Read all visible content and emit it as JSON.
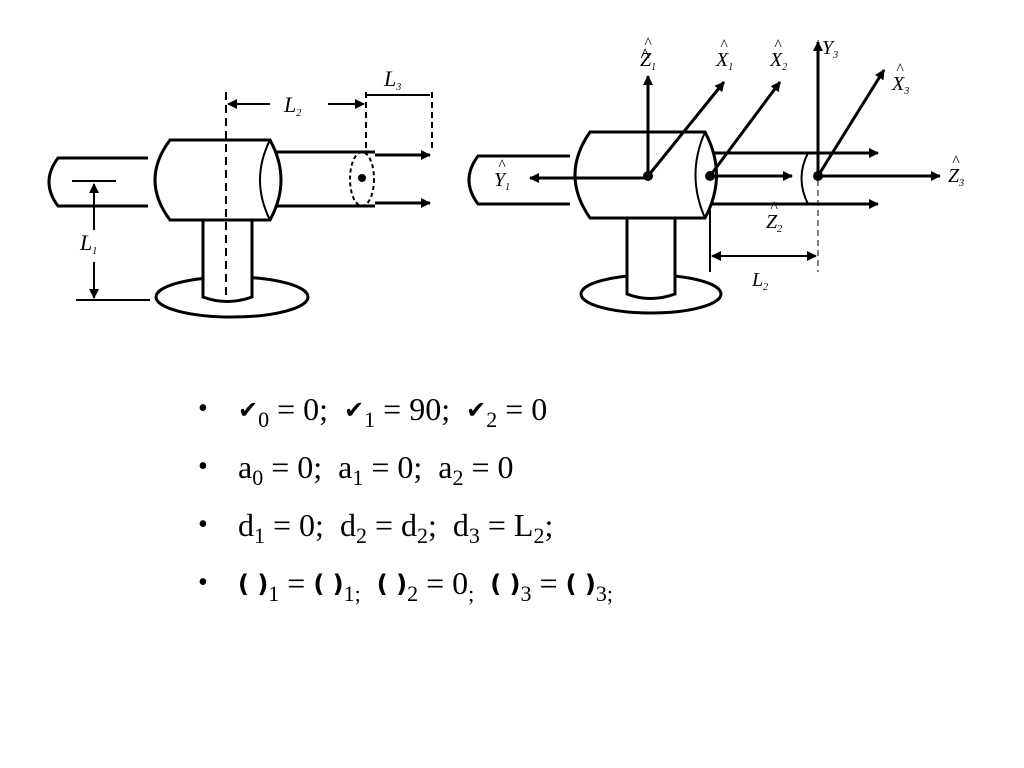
{
  "figure": {
    "left_labels": {
      "l1": "L",
      "l1_sub": "1",
      "l2": "L",
      "l2_sub": "2",
      "l3": "L",
      "l3_sub": "3"
    },
    "right_labels": {
      "z1": "Z",
      "z1_sub": "1",
      "x1": "X",
      "x1_sub": "1",
      "x2": "X",
      "x2_sub": "2",
      "y3": "Y",
      "y3_sub": "3",
      "x3": "X",
      "x3_sub": "3",
      "y1": "Y",
      "y1_sub": "1",
      "z3": "Z",
      "z3_sub": "3",
      "z2": "Z",
      "z2_sub": "2",
      "l2": "L",
      "l2_sub": "2"
    }
  },
  "bullets": {
    "line1": {
      "sym": "✔",
      "i0": "0",
      "v0": " = 0;",
      "i1": "1",
      "v1": " = 90;",
      "i2": "2",
      "v2": " = 0"
    },
    "line2": {
      "a": "a",
      "s0": "0",
      "v0": " = 0;",
      "s1": "1",
      "v1": " = 0;",
      "s2": "2",
      "v2": " = 0"
    },
    "line3": {
      "d": "d",
      "s1": "1",
      "v1": " = 0;",
      "s2": "2",
      "v2": " = d",
      "s2b": "2",
      "v2b": ";",
      "s3": "3",
      "v3": " = L",
      "s3b": "2",
      "v3b": ";"
    },
    "line4": {
      "sym": "( )",
      "i1": "1",
      "eq1": " = ",
      "i1b": "1;",
      "i2": "2",
      "v2": " = 0",
      "p2": ";",
      "i3": "3",
      "eq3": " = ",
      "i3b": "3;"
    }
  }
}
